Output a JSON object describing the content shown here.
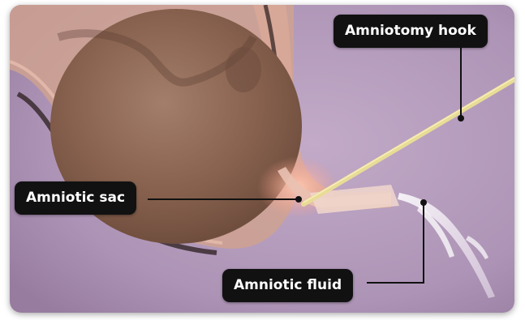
{
  "labels": {
    "hook": "Amniotomy hook",
    "sac": "Amniotic sac",
    "fluid": "Amniotic fluid"
  },
  "colors": {
    "background": "#b39bbd",
    "head": "#8a6654",
    "sac_tissue": "#d9a896",
    "hook": "#e8dc96",
    "fluid": "#ffffff",
    "label_bg": "#111111",
    "label_text": "#ffffff"
  }
}
